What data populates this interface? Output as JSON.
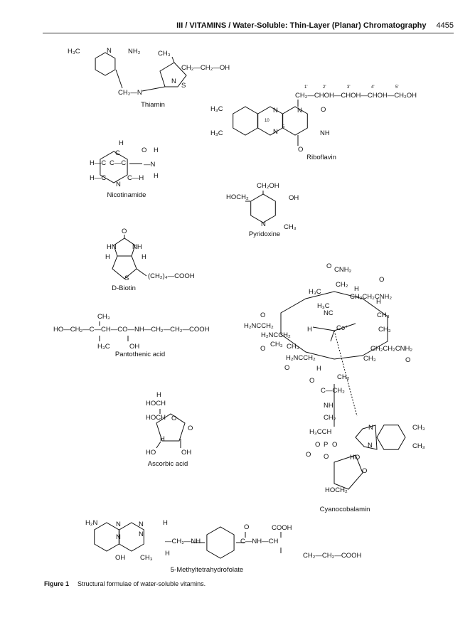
{
  "header": {
    "title": "III / VITAMINS / Water-Soluble: Thin-Layer (Planar) Chromatography",
    "page": "4455"
  },
  "caption": {
    "label": "Figure 1",
    "text": "Structural formulae of water-soluble vitamins."
  },
  "compounds": [
    {
      "name": "Thiamin",
      "labels": [
        "H₃C",
        "N",
        "NH₂",
        "CH₃",
        "CH₂—N",
        "CH₂—CH₂—OH",
        "S",
        "N"
      ]
    },
    {
      "name": "Riboflavin",
      "labels": [
        "1'",
        "2'",
        "3'",
        "4'",
        "5'",
        "CH₂—CHOH—CHOH—CHOH—CH₂OH",
        "H₃C",
        "H₃C",
        "N",
        "N",
        "N",
        "O",
        "NH",
        "O",
        "5",
        "10"
      ]
    },
    {
      "name": "Nicotinamide",
      "labels": [
        "H",
        "C",
        "H—C",
        "C—C",
        "H—C",
        "N",
        "C—H",
        "O",
        "H",
        "—N",
        "H"
      ]
    },
    {
      "name": "Pyridoxine",
      "labels": [
        "CH₂OH",
        "HOCH₂",
        "OH",
        "N",
        "CH₃"
      ]
    },
    {
      "name": "D-Biotin",
      "labels": [
        "O",
        "HN",
        "NH",
        "H",
        "H",
        "S",
        "(CH₂)₄—COOH"
      ]
    },
    {
      "name": "Pantothenic acid",
      "labels": [
        "CH₃",
        "HO—CH₂—C—CH—CO—NH—CH₂—CH₂—COOH",
        "H₃C",
        "OH"
      ]
    },
    {
      "name": "Ascorbic acid",
      "labels": [
        "H",
        "HOCH",
        "HOCH",
        "O",
        "O",
        "H",
        "HO",
        "OH"
      ]
    },
    {
      "name": "Cyanocobalamin",
      "labels": [
        "O",
        "CNH₂",
        "CH₂",
        "H",
        "O",
        "CH₂CH₂CNH₂",
        "H₃C",
        "H₃C",
        "H",
        "O",
        "H₂NCCH₂",
        "NC",
        "Co⁺",
        "CH₃",
        "CH₃",
        "H₂NCCH₂",
        "O",
        "CH₃",
        "CH₃",
        "H",
        "H₂NCCH₂",
        "O",
        "H",
        "CH₃",
        "CH₂CH₂CNH₂",
        "O",
        "CH₂",
        "O",
        "C—CH₂",
        "NH",
        "CH₂",
        "H₃CCH",
        "O",
        "O",
        "P",
        "O",
        "O",
        "HO",
        "N",
        "N",
        "CH₃",
        "CH₃",
        "HOCH₂",
        "O"
      ]
    },
    {
      "name": "5-Methyltetrahydrofolate",
      "labels": [
        "H₂N",
        "N",
        "N",
        "H",
        "N",
        "N",
        "—CH₂—NH",
        "H",
        "OH",
        "CH₃",
        "O",
        "C—NH—CH",
        "COOH",
        "CH₂—CH₂—COOH"
      ]
    }
  ]
}
